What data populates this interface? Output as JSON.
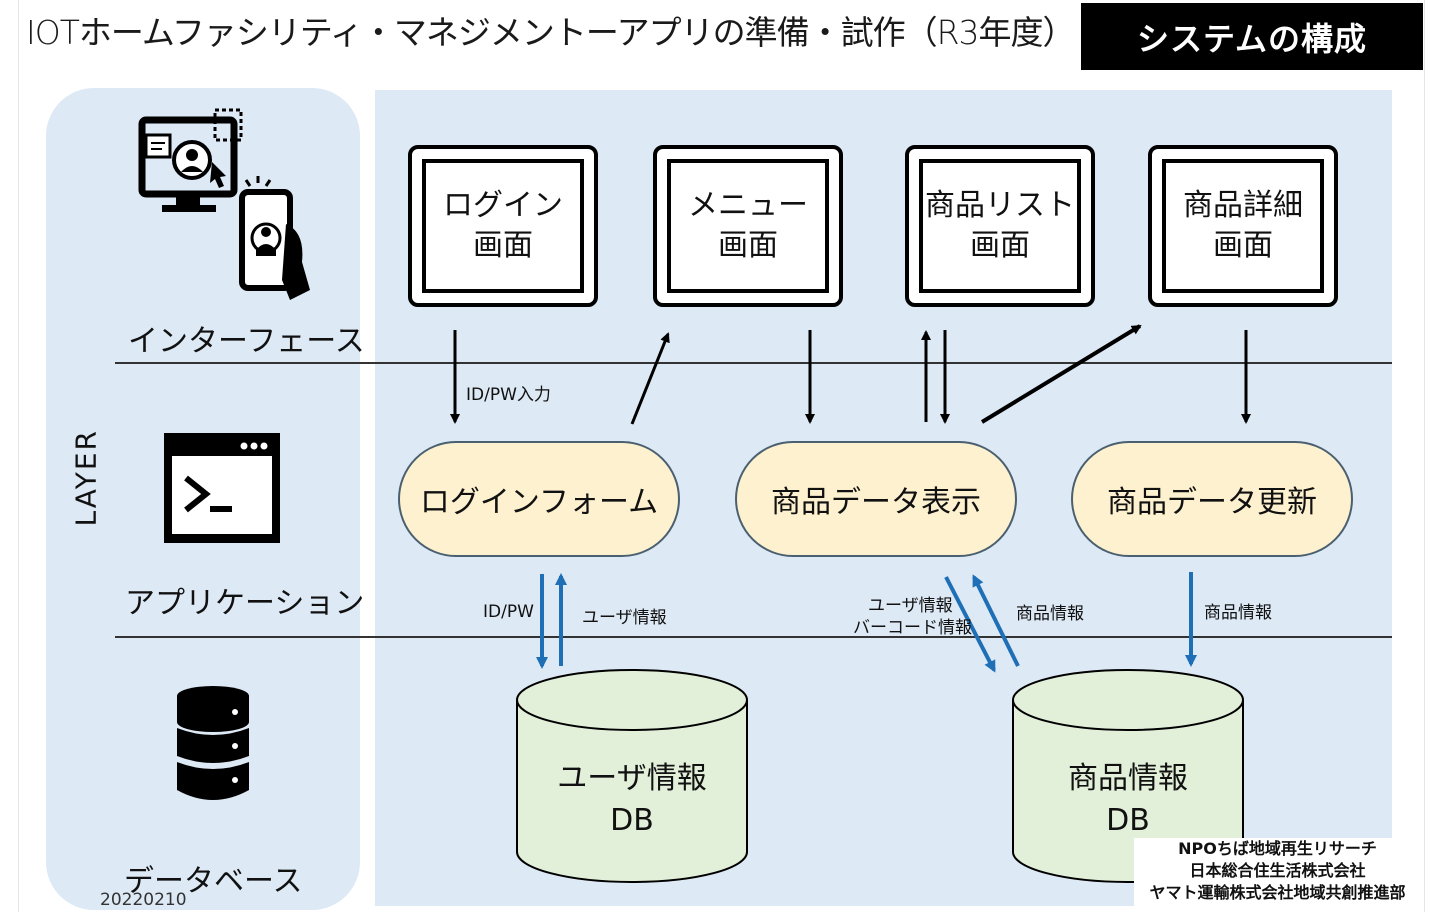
{
  "title": "IOTホームファシリティ・マネジメントーアプリの準備・試作（R3年度）",
  "badge": "システムの構成",
  "layer_axis": "LAYER",
  "layers": {
    "interface": "インターフェース",
    "application": "アプリケーション",
    "database": "データベース"
  },
  "screens": {
    "login": "ログイン\n画面",
    "menu": "メニュー\n画面",
    "product_list": "商品リスト\n画面",
    "product_detail": "商品詳細\n画面"
  },
  "apps": {
    "login_form": "ログインフォーム",
    "product_display": "商品データ表示",
    "product_update": "商品データ更新"
  },
  "flow_labels": {
    "id_pw_input": "ID/PW入力",
    "id_pw": "ID/PW",
    "user_info": "ユーザ情報",
    "user_barcode_1": "ユーザ情報",
    "user_barcode_2": "バーコード情報",
    "product_info_a": "商品情報",
    "product_info_b": "商品情報"
  },
  "databases": {
    "user_db": "ユーザ情報\nDB",
    "product_db": "商品情報\nDB"
  },
  "credits": {
    "line1": "NPOちば地域再生リサーチ",
    "line2": "日本総合住生活株式会社",
    "line3": "ヤマト運輸株式会社地域共創推進部"
  },
  "date": "20220210",
  "colors": {
    "panel": "#dde9f5",
    "app_fill": "#fdf1cf",
    "db_fill": "#e2efd9",
    "db_arrow": "#1f6fb6",
    "badge_bg": "#000000"
  }
}
